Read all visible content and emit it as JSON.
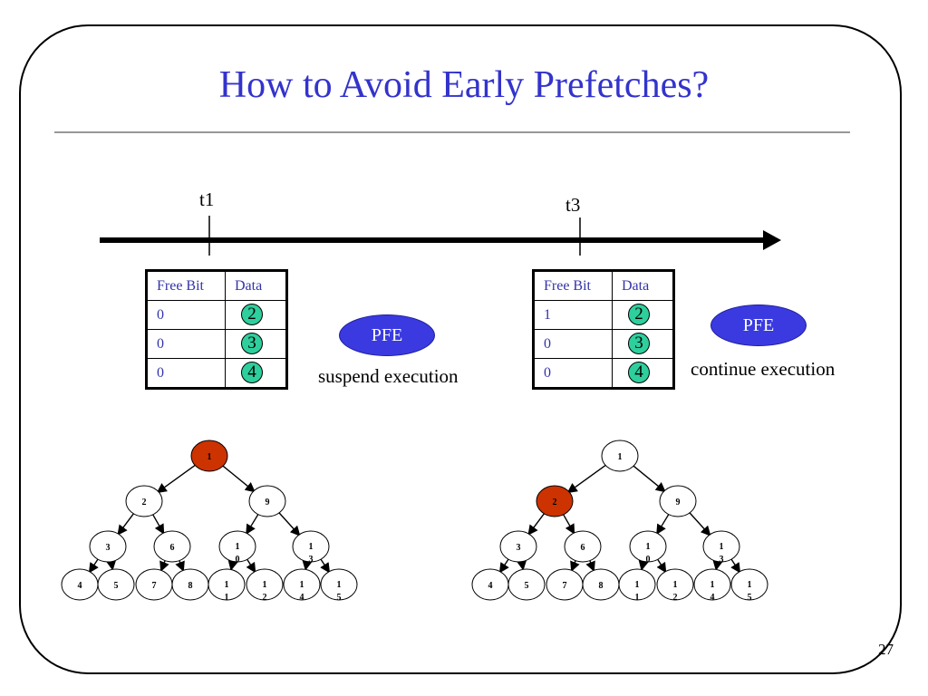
{
  "title": "How to Avoid Early Prefetches?",
  "slide_number": "27",
  "timeline": {
    "label_t1": "t1",
    "label_t3": "t3"
  },
  "left_table": {
    "headers": [
      "Free Bit",
      "Data"
    ],
    "rows": [
      {
        "free": "0",
        "data": "2"
      },
      {
        "free": "0",
        "data": "3"
      },
      {
        "free": "0",
        "data": "4"
      }
    ]
  },
  "right_table": {
    "headers": [
      "Free Bit",
      "Data"
    ],
    "rows": [
      {
        "free": "1",
        "data": "2"
      },
      {
        "free": "0",
        "data": "3"
      },
      {
        "free": "0",
        "data": "4"
      }
    ]
  },
  "pfe_label": "PFE",
  "left_caption": "suspend execution",
  "right_caption": "continue execution",
  "colors": {
    "title": "#3333cc",
    "highlight_node": "#cc3300",
    "bubble": "#2ecf9c",
    "pfe": "#3a3ae0"
  },
  "trees": [
    {
      "highlighted": "1",
      "nodes": [
        {
          "id": "n1",
          "lines": [
            "1"
          ]
        },
        {
          "id": "n2",
          "lines": [
            "2"
          ]
        },
        {
          "id": "n9",
          "lines": [
            "9"
          ]
        },
        {
          "id": "n3",
          "lines": [
            "3"
          ]
        },
        {
          "id": "n6",
          "lines": [
            "6"
          ]
        },
        {
          "id": "n10",
          "lines": [
            "1",
            "0"
          ]
        },
        {
          "id": "n13",
          "lines": [
            "1",
            "3"
          ]
        },
        {
          "id": "n4",
          "lines": [
            "4"
          ]
        },
        {
          "id": "n5",
          "lines": [
            "5"
          ]
        },
        {
          "id": "n7",
          "lines": [
            "7"
          ]
        },
        {
          "id": "n8",
          "lines": [
            "8"
          ]
        },
        {
          "id": "n11",
          "lines": [
            "1",
            "1"
          ]
        },
        {
          "id": "n12",
          "lines": [
            "1",
            "2"
          ]
        },
        {
          "id": "n14",
          "lines": [
            "1",
            "4"
          ]
        },
        {
          "id": "n15",
          "lines": [
            "1",
            "5"
          ]
        }
      ]
    },
    {
      "highlighted": "2",
      "nodes": [
        {
          "id": "n1",
          "lines": [
            "1"
          ]
        },
        {
          "id": "n2",
          "lines": [
            "2"
          ]
        },
        {
          "id": "n9",
          "lines": [
            "9"
          ]
        },
        {
          "id": "n3",
          "lines": [
            "3"
          ]
        },
        {
          "id": "n6",
          "lines": [
            "6"
          ]
        },
        {
          "id": "n10",
          "lines": [
            "1",
            "0"
          ]
        },
        {
          "id": "n13",
          "lines": [
            "1",
            "3"
          ]
        },
        {
          "id": "n4",
          "lines": [
            "4"
          ]
        },
        {
          "id": "n5",
          "lines": [
            "5"
          ]
        },
        {
          "id": "n7",
          "lines": [
            "7"
          ]
        },
        {
          "id": "n8",
          "lines": [
            "8"
          ]
        },
        {
          "id": "n11",
          "lines": [
            "1",
            "1"
          ]
        },
        {
          "id": "n12",
          "lines": [
            "1",
            "2"
          ]
        },
        {
          "id": "n14",
          "lines": [
            "1",
            "4"
          ]
        },
        {
          "id": "n15",
          "lines": [
            "1",
            "5"
          ]
        }
      ]
    }
  ]
}
